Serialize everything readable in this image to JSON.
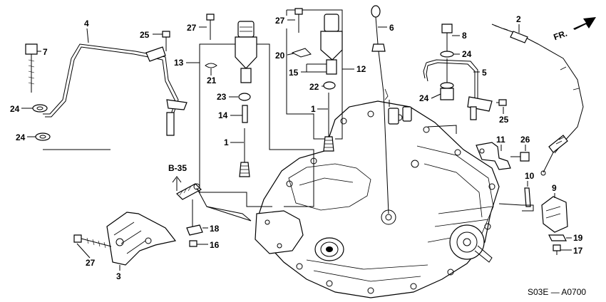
{
  "diagram": {
    "ref_code": "S03E — A0700",
    "reference_tag": "B-35",
    "direction_label": "FR.",
    "callouts": [
      {
        "id": "c4",
        "label": "4"
      },
      {
        "id": "c7",
        "label": "7"
      },
      {
        "id": "c25a",
        "label": "25"
      },
      {
        "id": "c24a",
        "label": "24"
      },
      {
        "id": "c24b",
        "label": "24"
      },
      {
        "id": "c27a",
        "label": "27"
      },
      {
        "id": "c13",
        "label": "13"
      },
      {
        "id": "c21",
        "label": "21"
      },
      {
        "id": "c23",
        "label": "23"
      },
      {
        "id": "c14",
        "label": "14"
      },
      {
        "id": "c1a",
        "label": "1"
      },
      {
        "id": "c27b",
        "label": "27"
      },
      {
        "id": "c20",
        "label": "20"
      },
      {
        "id": "c15",
        "label": "15"
      },
      {
        "id": "c22",
        "label": "22"
      },
      {
        "id": "c12",
        "label": "12"
      },
      {
        "id": "c1b",
        "label": "1"
      },
      {
        "id": "c6",
        "label": "6"
      },
      {
        "id": "c8",
        "label": "8"
      },
      {
        "id": "c24c",
        "label": "24"
      },
      {
        "id": "c5",
        "label": "5"
      },
      {
        "id": "c24d",
        "label": "24"
      },
      {
        "id": "c25b",
        "label": "25"
      },
      {
        "id": "c2",
        "label": "2"
      },
      {
        "id": "c11",
        "label": "11"
      },
      {
        "id": "c26",
        "label": "26"
      },
      {
        "id": "c10",
        "label": "10"
      },
      {
        "id": "c9",
        "label": "9"
      },
      {
        "id": "c19",
        "label": "19"
      },
      {
        "id": "c17",
        "label": "17"
      },
      {
        "id": "c18",
        "label": "18"
      },
      {
        "id": "c16",
        "label": "16"
      },
      {
        "id": "c27c",
        "label": "27"
      },
      {
        "id": "c3",
        "label": "3"
      }
    ]
  }
}
